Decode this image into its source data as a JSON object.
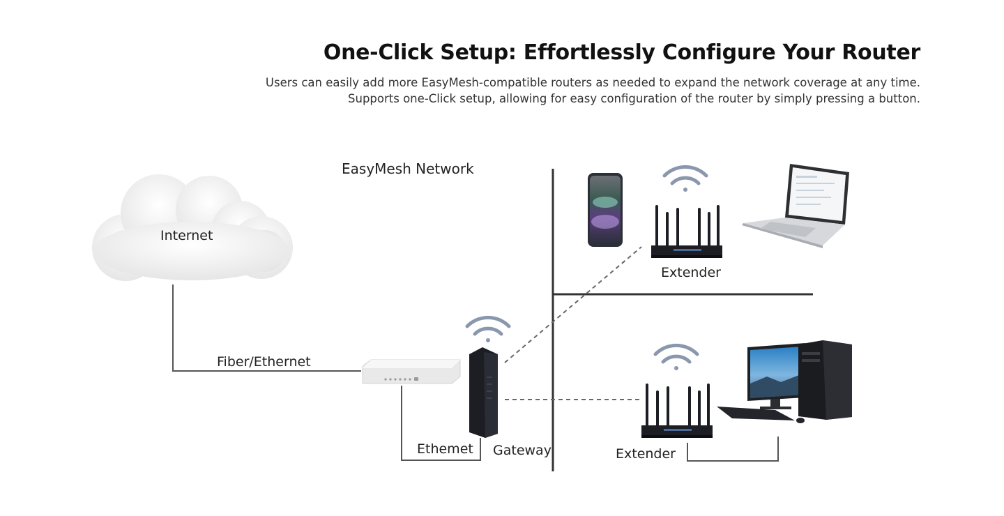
{
  "header": {
    "title": "One-Click Setup: Effortlessly Configure Your Router",
    "subtitle_line1": "Users can easily add more EasyMesh-compatible routers as needed to expand the network coverage at any time.",
    "subtitle_line2": "Supports one-Click setup, allowing for easy configuration of the router by simply pressing a button."
  },
  "diagram": {
    "network_label": "EasyMesh  Network",
    "internet_label": "Internet",
    "fiber_label": "Fiber/Ethernet",
    "ethernet_label": "Ethemet",
    "gateway_label": "Gateway",
    "extender_top_label": "Extender",
    "extender_bottom_label": "Extender"
  },
  "colors": {
    "line": "#333333",
    "wifi": "#8a97ad",
    "router": "#1c1e24",
    "cloud": "#f2f2f2"
  }
}
